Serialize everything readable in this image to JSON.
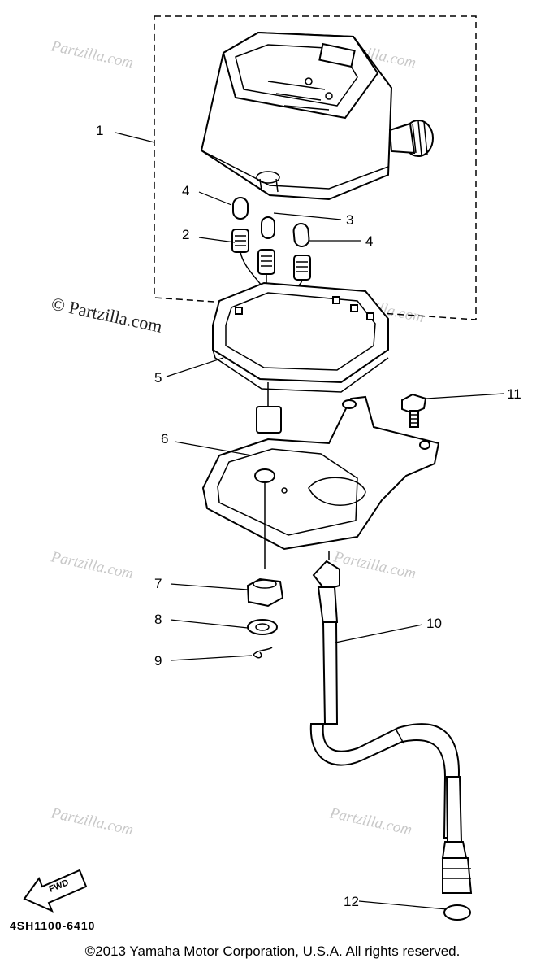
{
  "diagram": {
    "callouts": {
      "p1": "1",
      "p2": "2",
      "p3": "3",
      "p4a": "4",
      "p4b": "4",
      "p5": "5",
      "p6": "6",
      "p7": "7",
      "p8": "8",
      "p9": "9",
      "p10": "10",
      "p11": "11",
      "p12": "12"
    },
    "fwd_label": "FWD",
    "drawing_code": "4SH1100-6410",
    "watermark_text": "Partzilla.com",
    "watermark_main": "© Partzilla.com"
  },
  "footer": {
    "copyright": "©2013  Yamaha Motor Corporation, U.S.A. All rights reserved."
  }
}
